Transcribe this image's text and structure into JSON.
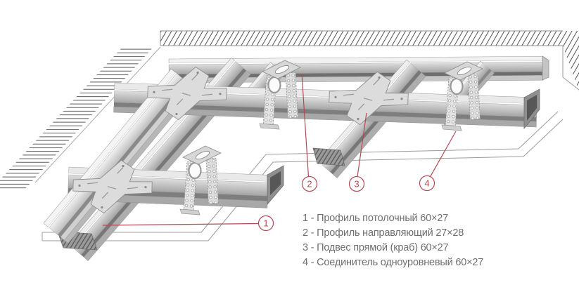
{
  "diagram": {
    "callouts": [
      {
        "number": "1"
      },
      {
        "number": "2"
      },
      {
        "number": "3"
      },
      {
        "number": "4"
      }
    ],
    "legend": [
      {
        "text": "1 - Профиль потолочный 60×27"
      },
      {
        "text": "2 - Профиль направляющий 27×28"
      },
      {
        "text": "3 - Подвес прямой (краб) 60×27"
      },
      {
        "text": "4 - Соединитель одноуровневый 60×27"
      }
    ],
    "colors": {
      "accent": "#b04b54",
      "legend_text": "#6f6f6f",
      "outline": "#8f8f8f",
      "hatch": "#4f4f4f",
      "background": "#ffffff"
    }
  }
}
